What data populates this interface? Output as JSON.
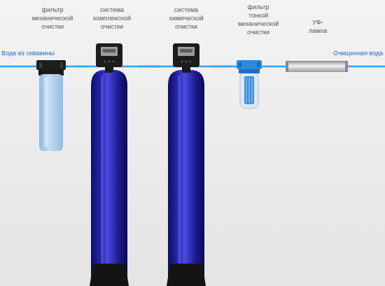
{
  "diagram": {
    "nodes": [
      {
        "text": [
          "фильтр механической очистки"
        ]
      },
      {
        "text": [
          "система комплексной очистки"
        ]
      },
      {
        "text": [
          "система химической очистки"
        ]
      },
      {
        "text": [
          "фильтр тонкой механической очистки"
        ]
      },
      {
        "text": [
          "УФ-лампа"
        ]
      }
    ],
    "edges": [
      {
        "from": 0,
        "to": 1,
        "arrow": "none"
      },
      {
        "from": 1,
        "to": 2,
        "arrow": "none"
      },
      {
        "from": 2,
        "to": 3,
        "arrow": "none"
      },
      {
        "from": 3,
        "to": 4,
        "arrow": "none"
      }
    ],
    "labels": [
      "Вода из скважины",
      "Очищенная вода"
    ]
  }
}
